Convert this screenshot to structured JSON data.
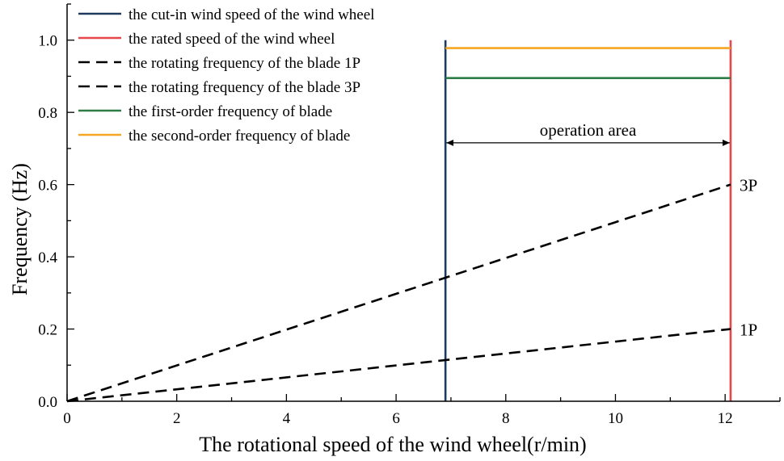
{
  "chart_data": {
    "type": "line",
    "xlabel": "The rotational speed of the wind wheel(r/min)",
    "ylabel": "Frequency (Hz)",
    "xlim": [
      0,
      13
    ],
    "ylim": [
      0,
      1.1
    ],
    "xticks": [
      0,
      2,
      4,
      6,
      8,
      10,
      12
    ],
    "yticks": [
      0.0,
      0.2,
      0.4,
      0.6,
      0.8,
      1.0
    ],
    "xtick_labels": [
      "0",
      "2",
      "4",
      "6",
      "8",
      "10",
      "12"
    ],
    "ytick_labels": [
      "0.0",
      "0.2",
      "0.4",
      "0.6",
      "0.8",
      "1.0"
    ],
    "grid": false,
    "legend_position": "top-left",
    "series": [
      {
        "name": "the cut-in wind speed of the wind wheel",
        "kind": "vline",
        "x": 6.9,
        "y": [
          0,
          1.0
        ],
        "color": "#1f3a5f",
        "dash": "solid"
      },
      {
        "name": "the rated speed of the wind wheel",
        "kind": "vline",
        "x": 12.1,
        "y": [
          0,
          1.0
        ],
        "color": "#e8474a",
        "dash": "solid"
      },
      {
        "name": "the rotating frequency of the blade 1P",
        "kind": "line",
        "x": [
          0,
          12.1
        ],
        "y": [
          0,
          0.2
        ],
        "color": "#000000",
        "dash": "dashed"
      },
      {
        "name": "the rotating frequency of the blade 3P",
        "kind": "line",
        "x": [
          0,
          12.1
        ],
        "y": [
          0,
          0.6
        ],
        "color": "#000000",
        "dash": "dashed"
      },
      {
        "name": "the first-order frequency of blade",
        "kind": "hline",
        "x": [
          6.9,
          12.1
        ],
        "y": 0.895,
        "color": "#2e7d46",
        "dash": "solid"
      },
      {
        "name": "the second-order frequency of blade",
        "kind": "hline",
        "x": [
          6.9,
          12.1
        ],
        "y": 0.978,
        "color": "#f5a623",
        "dash": "solid"
      }
    ],
    "annotations": [
      {
        "text": "operation area",
        "kind": "double-arrow",
        "x": [
          6.9,
          12.1
        ],
        "y": 0.7
      },
      {
        "text": "3P",
        "x": 12.1,
        "y": 0.6
      },
      {
        "text": "1P",
        "x": 12.1,
        "y": 0.2
      }
    ]
  }
}
